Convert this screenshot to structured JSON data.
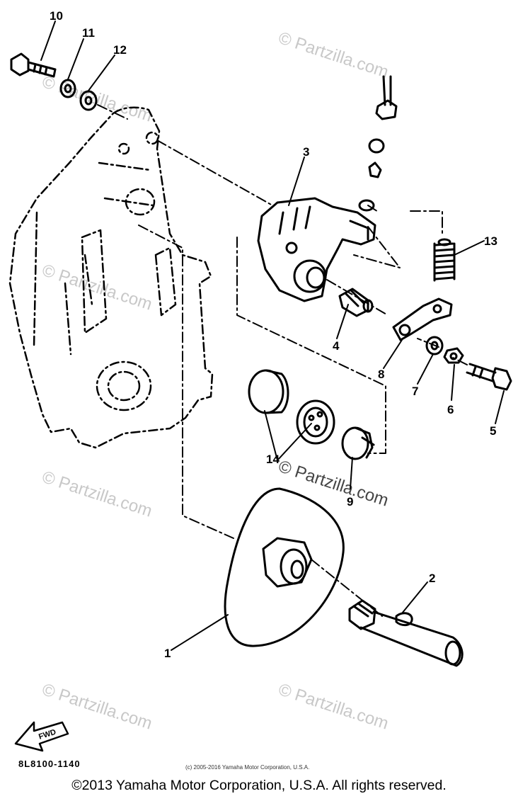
{
  "callouts": [
    "1",
    "2",
    "3",
    "4",
    "5",
    "6",
    "7",
    "8",
    "9",
    "10",
    "11",
    "12",
    "13",
    "14"
  ],
  "fwd_label": "FWD",
  "diagram_code": "8L8100-1140",
  "small_copyright": "(c) 2005-2016 Yamaha Motor Corporation, U.S.A.",
  "copyright": "©2013 Yamaha Motor Corporation, U.S.A. All rights reserved.",
  "watermark": "© Partzilla.com"
}
